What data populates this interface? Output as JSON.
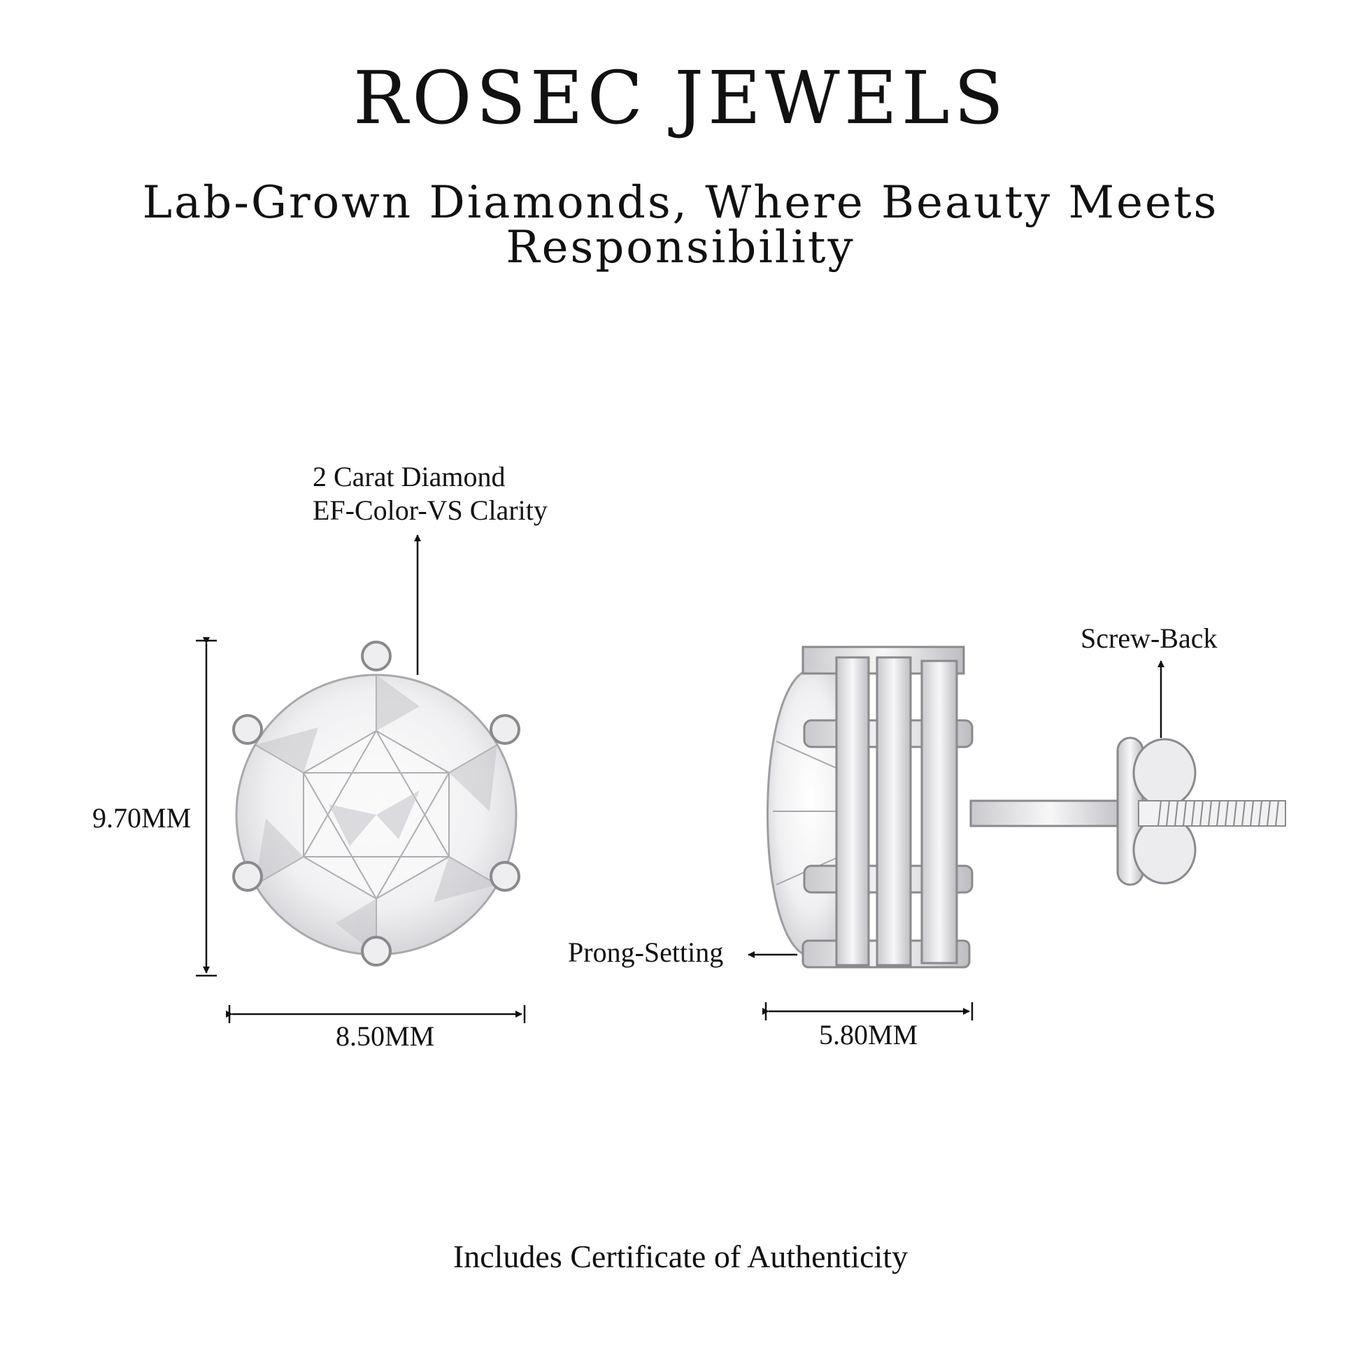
{
  "header": {
    "brand": "ROSEC JEWELS",
    "tagline": "Lab-Grown Diamonds, Where Beauty Meets Responsibility"
  },
  "top_view": {
    "stone_line1": "2 Carat Diamond",
    "stone_line2": "EF-Color-VS Clarity",
    "height_label": "9.70MM",
    "width_label": "8.50MM"
  },
  "side_view": {
    "back_label": "Screw-Back",
    "setting_label": "Prong-Setting",
    "depth_label": "5.80MM"
  },
  "footer": {
    "note": "Includes Certificate of Authenticity"
  },
  "colors": {
    "text": "#111111",
    "metal": "#e4e4e6",
    "metal_edge": "#8a8a8e",
    "stone": "#f4f4f4",
    "facet": "#b8b8bc"
  }
}
